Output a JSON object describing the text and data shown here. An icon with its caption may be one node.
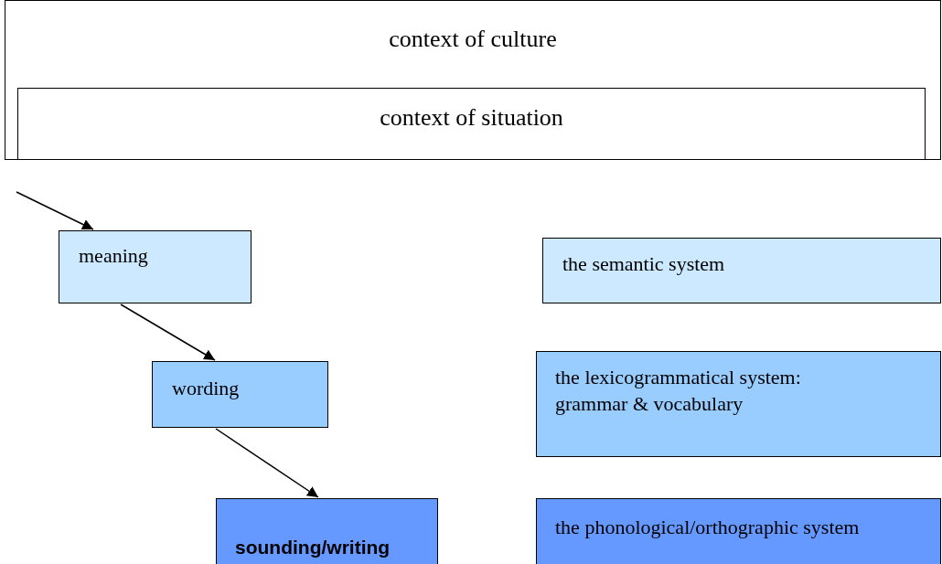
{
  "diagram": {
    "nodes": [
      {
        "text": [
          "context of culture"
        ]
      },
      {
        "text": [
          "context of situation"
        ],
        "in": 0
      },
      {
        "text": [
          "meaning"
        ]
      },
      {
        "text": [
          "the semantic system"
        ]
      },
      {
        "text": [
          "wording"
        ]
      },
      {
        "text": [
          "the lexicogrammatical system: grammar & vocabulary"
        ]
      },
      {
        "text": [
          "sounding/writing"
        ]
      },
      {
        "text": [
          "the phonological/orthographic system"
        ]
      }
    ],
    "edges": [
      {
        "from": null,
        "to": 2,
        "arrow": "to"
      },
      {
        "from": 2,
        "to": 4,
        "arrow": "to"
      },
      {
        "from": 4,
        "to": 6,
        "arrow": "to"
      }
    ]
  }
}
